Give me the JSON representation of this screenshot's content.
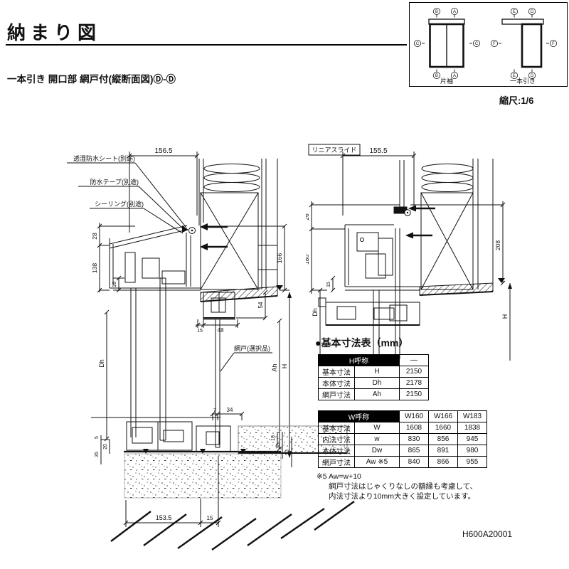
{
  "page": {
    "title": "納まり図",
    "subtitle": "一本引き 開口部 網戸付(縦断面図)Ⓓ-Ⓓ",
    "scale": "縮尺:1/6",
    "doc_code": "H600A20001"
  },
  "legend": {
    "kata": {
      "label": "片袖",
      "top_left": "B",
      "top_right": "A",
      "side": "C",
      "bottom_left": "B",
      "bottom_right": "A"
    },
    "ippon": {
      "label": "一本引き",
      "top_left": "E",
      "top_right": "D",
      "side": "F",
      "bottom_left": "E",
      "bottom_right": "D"
    }
  },
  "left_drawing": {
    "callout_sheet": "透湿防水シート(別途)",
    "callout_tape": "防水テープ(別途)",
    "callout_seal": "シーリング(別途)",
    "callout_amido": "網戸(選択品)",
    "dim_top": "156.5",
    "dim_28": "28",
    "dim_138": "138",
    "dim_16": "16",
    "dim_166": "166",
    "dim_54": "54",
    "dim_15a": "15",
    "dim_48": "48",
    "dim_dh": "Dh",
    "dim_ah": "Ah",
    "dim_h": "H",
    "dim_5": "5",
    "dim_20": "20",
    "dim_35": "35",
    "dim_7": "7",
    "dim_34": "34",
    "dim_18": "18",
    "dim_38": "38",
    "dim_53": "53",
    "dim_bottom": "153.5",
    "dim_15b": "15"
  },
  "right_drawing": {
    "label": "リニアスライド",
    "dim_top": "155.5",
    "dim_26": "26",
    "dim_180": "180",
    "dim_15": "15",
    "dim_208": "208",
    "dim_dh": "Dh",
    "dim_h": "H"
  },
  "table_section": {
    "heading": "●基本寸法表（mm）",
    "h_table": {
      "header_label": "H呼称",
      "header_value": "―",
      "rows": [
        {
          "name": "基本寸法",
          "sym": "H",
          "val": "2150"
        },
        {
          "name": "本体寸法",
          "sym": "Dh",
          "val": "2178"
        },
        {
          "name": "網戸寸法",
          "sym": "Ah",
          "val": "2150"
        }
      ]
    },
    "w_table": {
      "header_label": "W呼称",
      "cols": [
        "W160",
        "W166",
        "W183"
      ],
      "rows": [
        {
          "name": "基本寸法",
          "sym": "W",
          "v1": "1608",
          "v2": "1660",
          "v3": "1838"
        },
        {
          "name": "内法寸法",
          "sym": "w",
          "v1": "830",
          "v2": "856",
          "v3": "945"
        },
        {
          "name": "本体寸法",
          "sym": "Dw",
          "v1": "865",
          "v2": "891",
          "v3": "980"
        },
        {
          "name": "網戸寸法",
          "sym": "Aw ※5",
          "v1": "840",
          "v2": "866",
          "v3": "955"
        }
      ]
    },
    "note_line1": "※5 Aw=w+10",
    "note_line2": "網戸寸法はじゃくりなしの額縁も考慮して、",
    "note_line3": "内法寸法より10mm大きく設定しています。"
  }
}
